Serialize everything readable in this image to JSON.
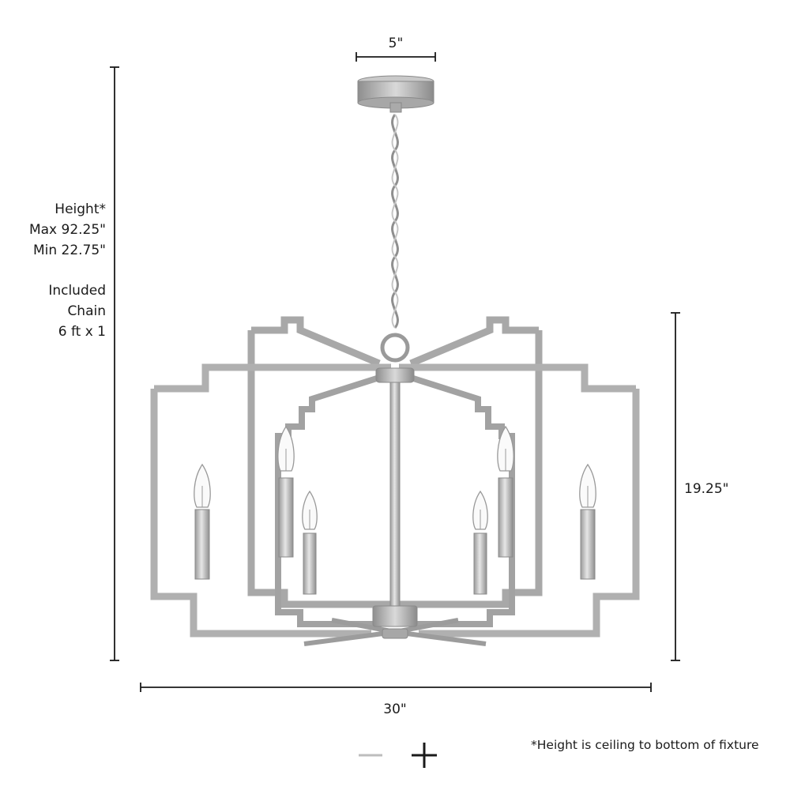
{
  "dimensions": {
    "height_label": "Height*",
    "height_max": "Max 92.25\"",
    "height_min": "Min 22.75\"",
    "chain_line1": "Included",
    "chain_line2": "Chain",
    "chain_line3": "6 ft x 1",
    "canopy_width": "5\"",
    "fixture_height": "19.25\"",
    "fixture_width": "30\""
  },
  "footnote": "*Height is ceiling to bottom of fixture",
  "controls": {
    "zoom_out": "zoom-out",
    "zoom_in": "zoom-in"
  },
  "colors": {
    "metal": "#b8b8b8",
    "metal_dark": "#8e8e8e",
    "line": "#1a1a1a",
    "control_muted": "#bdbdbd"
  }
}
